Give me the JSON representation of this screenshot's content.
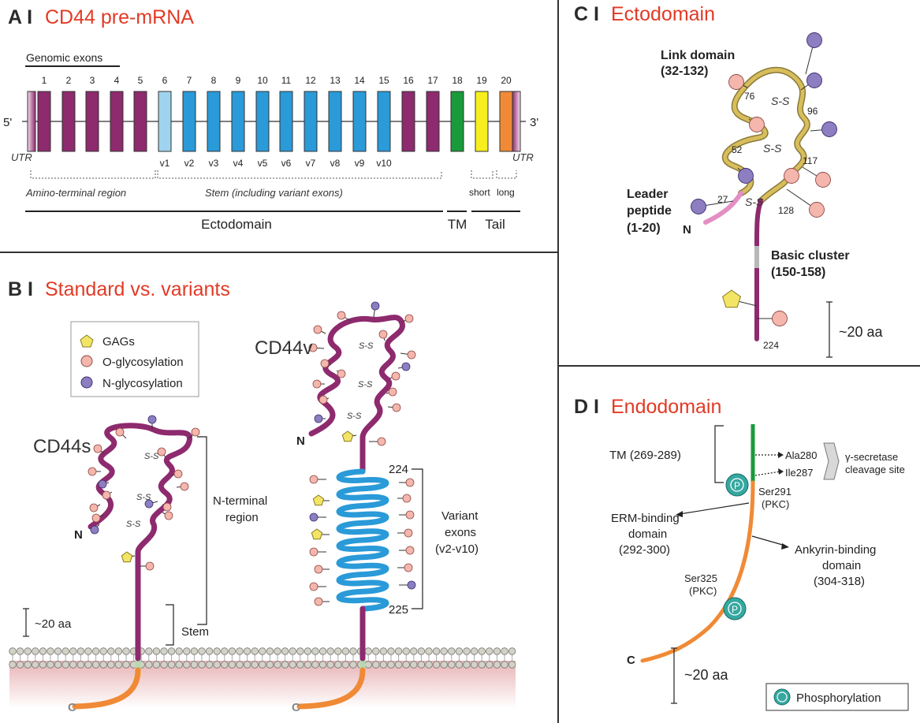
{
  "colors": {
    "title_red": "#e23a26",
    "purple": "#8e2a6e",
    "blue": "#2a9ad8",
    "light_blue": "#9fd3ee",
    "green": "#1a9a3a",
    "yellow": "#f7ee1f",
    "orange": "#f08a36",
    "gold": "#c9aa4c",
    "pink_leader": "#e48fc4",
    "o_glyco": "#f4b6ad",
    "n_glyco": "#8c7ec0",
    "gag": "#f2e566",
    "phospho": "#35a8a0"
  },
  "panelA": {
    "letter": "A I",
    "title": "CD44 pre-mRNA",
    "genomic_label": "Genomic exons",
    "five_prime": "5'",
    "three_prime": "3'",
    "utr_left": "UTR",
    "utr_right": "UTR",
    "exon_numbers": [
      "1",
      "2",
      "3",
      "4",
      "5",
      "6",
      "7",
      "8",
      "9",
      "10",
      "11",
      "12",
      "13",
      "14",
      "15",
      "16",
      "17",
      "18",
      "19",
      "20"
    ],
    "variant_labels": [
      "v1",
      "v2",
      "v3",
      "v4",
      "v5",
      "v6",
      "v7",
      "v8",
      "v9",
      "v10"
    ],
    "amino_region": "Amino-terminal region",
    "stem_region": "Stem (including variant exons)",
    "short": "short",
    "long": "long",
    "ectodomain": "Ectodomain",
    "tm": "TM",
    "tail": "Tail"
  },
  "panelB": {
    "letter": "B I",
    "title": "Standard vs. variants",
    "legend": [
      {
        "label": "GAGs",
        "icon": "pentagon"
      },
      {
        "label": "O-glycosylation",
        "icon": "pink-circle"
      },
      {
        "label": "N-glycosylation",
        "icon": "purple-circle"
      }
    ],
    "cd44s": "CD44s",
    "cd44v": "CD44v",
    "ss": "S-S",
    "n": "N",
    "c": "C",
    "n_terminal_line1": "N-terminal",
    "n_terminal_line2": "region",
    "stem": "Stem",
    "scale": "~20 aa",
    "n224": "224",
    "n225": "225",
    "variant_line1": "Variant",
    "variant_line2": "exons",
    "variant_line3": "(v2-v10)"
  },
  "panelC": {
    "letter": "C I",
    "title": "Ectodomain",
    "link_domain": "Link domain",
    "link_range": "(32-132)",
    "leader": "Leader",
    "peptide": "peptide",
    "leader_range": "(1-20)",
    "n": "N",
    "basic_cluster": "Basic cluster",
    "basic_range": "(150-158)",
    "ss": "S-S",
    "residues": [
      "76",
      "96",
      "52",
      "117",
      "27",
      "128"
    ],
    "end": "224",
    "scale": "~20 aa"
  },
  "panelD": {
    "letter": "D I",
    "title": "Endodomain",
    "tm": "TM (269-289)",
    "ala": "Ala280",
    "ile": "Ile287",
    "gamma_line1": "γ-secretase",
    "gamma_line2": "cleavage site",
    "ser291": "Ser291",
    "pkc1": "(PKC)",
    "erm_line1": "ERM-binding",
    "erm_line2": "domain",
    "erm_line3": "(292-300)",
    "ankyrin_line1": "Ankyrin-binding",
    "ankyrin_line2": "domain",
    "ankyrin_line3": "(304-318)",
    "ser325": "Ser325",
    "pkc2": "(PKC)",
    "c": "C",
    "scale": "~20 aa",
    "p": "P",
    "legend": "Phosphorylation"
  }
}
